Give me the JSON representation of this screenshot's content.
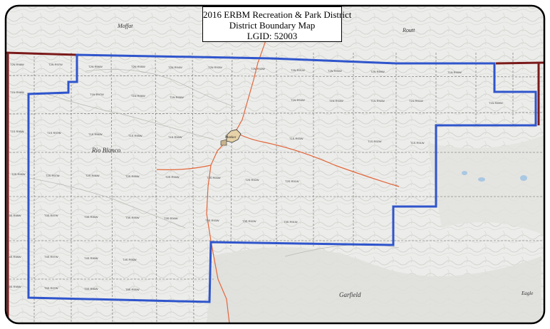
{
  "map": {
    "title_lines": [
      "2016 ERBM Recreation & Park District",
      "District Boundary Map",
      "LGID: 52003"
    ],
    "county_labels": {
      "moffat": "Moffat",
      "routt": "Routt",
      "rio_blanco": "Rio Blanco",
      "garfield": "Garfield",
      "eagle": "Eagle"
    },
    "town_label": "Meeker",
    "colors": {
      "district_boundary": "#2f55cc",
      "county_boundary": "#7a1a1a",
      "roads": "#e2673a",
      "township_grid": "#555555",
      "terrain": "#e9e9e6"
    },
    "township_labels": [
      "T2N R98W",
      "T2N R97W",
      "T2N R96W",
      "T2N R95W",
      "T2N R94W",
      "T2N R93W",
      "T2N R92W",
      "T2N R91W",
      "T2N R90W",
      "T2N R89W",
      "T1N R98W",
      "T1N R97W",
      "T1N R96W",
      "T1N R95W",
      "T1N R94W",
      "T1N R93W",
      "T1N R92W",
      "T1N R91W",
      "T1N R90W",
      "T1N R89W",
      "T1S R98W",
      "T1S R97W",
      "T1S R96W",
      "T1S R95W",
      "T1S R94W",
      "T1S R93W",
      "T1S R92W",
      "T1S R91W",
      "T2S R98W",
      "T2S R97W",
      "T2S R96W",
      "T2S R95W",
      "T2S R94W",
      "T2S R93W",
      "T2S R92W",
      "T2S R91W",
      "T3S R98W",
      "T3S R97W",
      "T3S R96W",
      "T3S R95W",
      "T3S R94W",
      "T3S R93W",
      "T3S R92W",
      "T3S R91W",
      "T4S R98W",
      "T4S R97W",
      "T4S R96W",
      "T4S R95W",
      "T5S R98W",
      "T5S R97W",
      "T5S R96W",
      "T5S R95W"
    ]
  }
}
